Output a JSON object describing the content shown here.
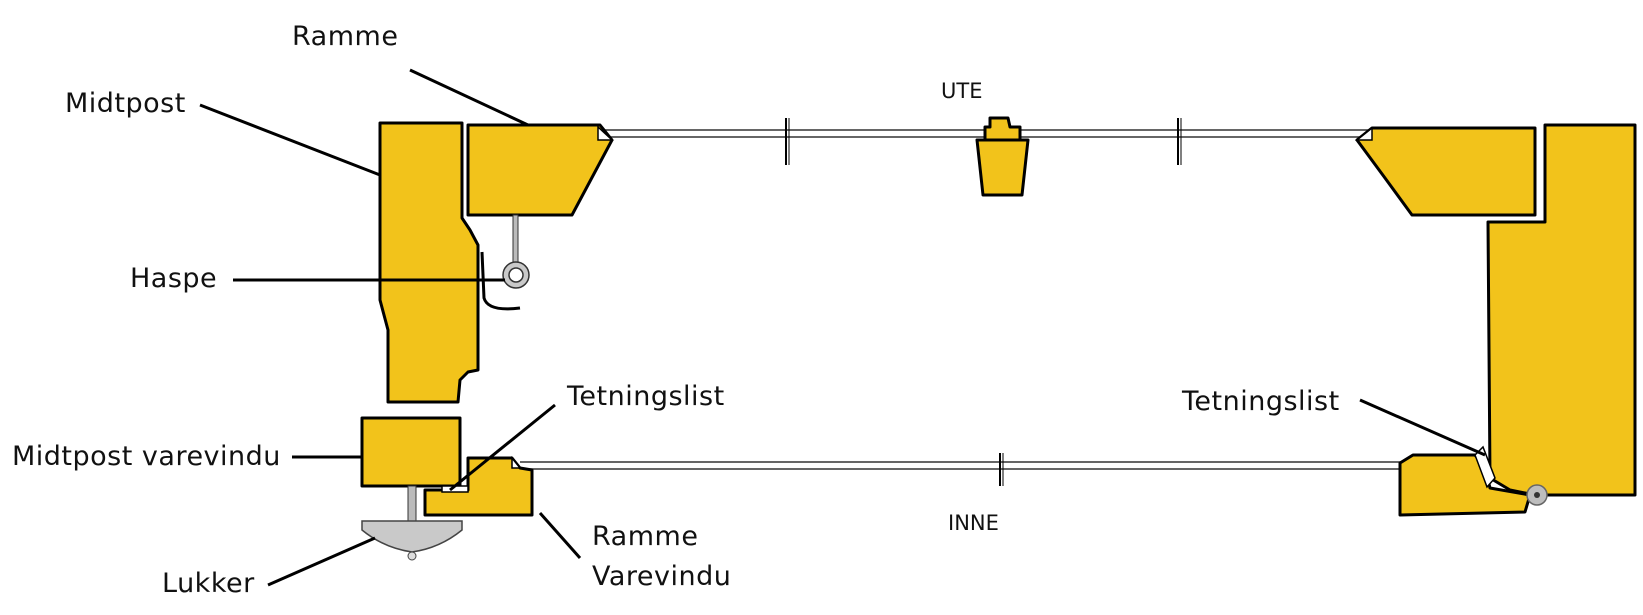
{
  "labels": {
    "ramme": "Ramme",
    "midtpost": "Midtpost",
    "haspe": "Haspe",
    "ute": "UTE",
    "tetningslist_left": "Tetningslist",
    "tetningslist_right": "Tetningslist",
    "midtpost_varevindu": "Midtpost varevindu",
    "inne": "INNE",
    "ramme_varevindu_1": "Ramme",
    "ramme_varevindu_2": "Varevindu",
    "lukker": "Lukker"
  },
  "colors": {
    "wood": "#f2c31b",
    "outline": "#000000",
    "metal": "#c9c9c9"
  }
}
